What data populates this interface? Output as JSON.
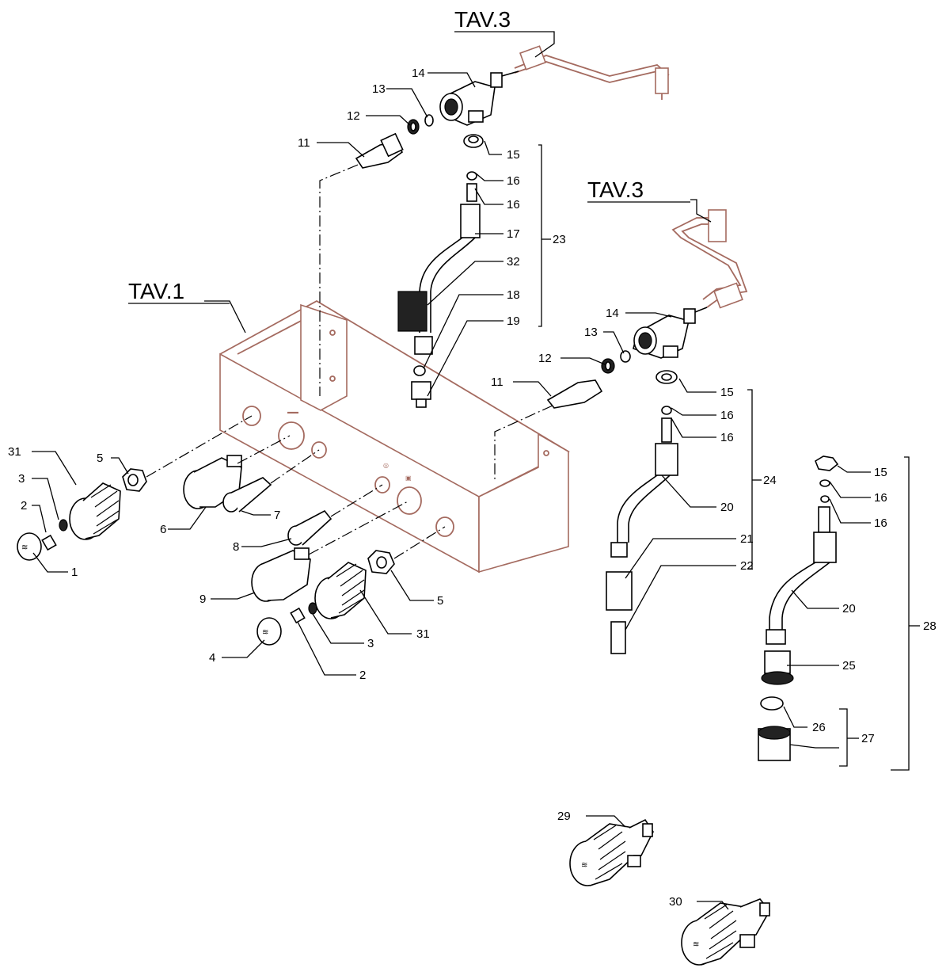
{
  "references": {
    "tav3_top": "TAV.3",
    "tav3_right": "TAV.3",
    "tav1": "TAV.1"
  },
  "labels": {
    "l1": "1",
    "l2a": "2",
    "l2b": "2",
    "l3a": "3",
    "l3b": "3",
    "l4": "4",
    "l5a": "5",
    "l5b": "5",
    "l6": "6",
    "l7": "7",
    "l8": "8",
    "l9": "9",
    "l11a": "11",
    "l11b": "11",
    "l12a": "12",
    "l12b": "12",
    "l13a": "13",
    "l13b": "13",
    "l14a": "14",
    "l14b": "14",
    "l15a": "15",
    "l15b": "15",
    "l15c": "15",
    "l16a": "16",
    "l16b": "16",
    "l16c": "16",
    "l16d": "16",
    "l16e": "16",
    "l16f": "16",
    "l17": "17",
    "l18": "18",
    "l19": "19",
    "l20a": "20",
    "l20b": "20",
    "l21": "21",
    "l22": "22",
    "l23": "23",
    "l24": "24",
    "l25": "25",
    "l26": "26",
    "l27": "27",
    "l28": "28",
    "l29": "29",
    "l30": "30",
    "l31a": "31",
    "l31b": "31",
    "l32": "32"
  },
  "colors": {
    "line": "#000000",
    "reference_part": "#a46a5f",
    "background": "#ffffff"
  }
}
